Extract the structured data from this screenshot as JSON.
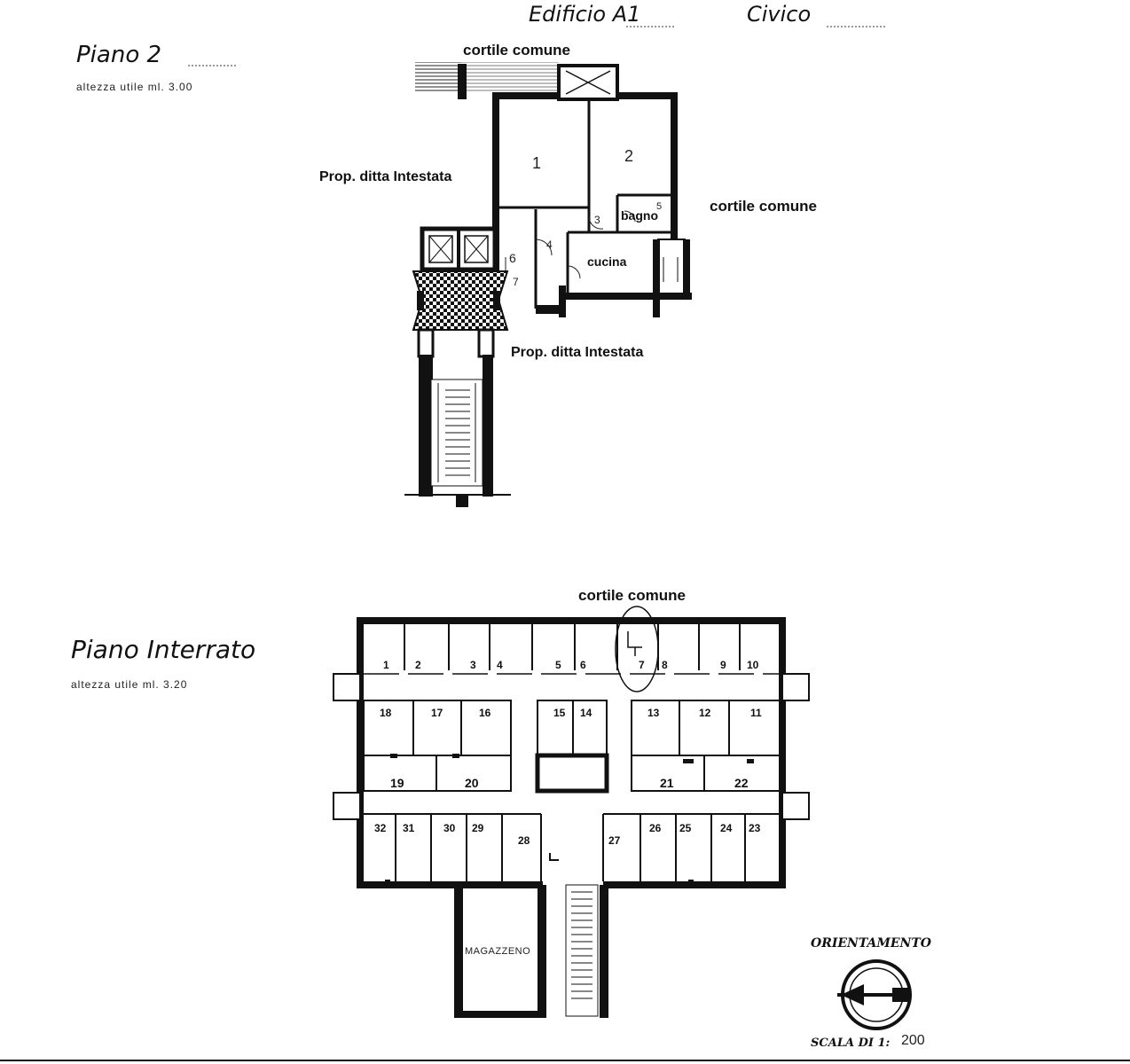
{
  "header": {
    "building_label": "Edificio A1",
    "civic_label": "Civico",
    "civic_value": ""
  },
  "floor2": {
    "title": "Piano 2",
    "height_note": "altezza utile ml. 3.00",
    "courtyard_top": "cortile comune",
    "courtyard_right": "cortile comune",
    "neighbor_left": "Prop. ditta Intestata",
    "neighbor_bottom": "Prop. ditta Intestata",
    "rooms": {
      "bathroom": "bagno",
      "kitchen": "cucina"
    },
    "marks": [
      "1",
      "2",
      "3",
      "4",
      "5",
      "6",
      "7"
    ]
  },
  "basement": {
    "title": "Piano Interrato",
    "height_note": "altezza utile ml. 3.20",
    "courtyard": "cortile comune",
    "storage": "MAGAZZENO",
    "cellars": [
      "1",
      "2",
      "3",
      "4",
      "5",
      "6",
      "7",
      "8",
      "9",
      "10",
      "11",
      "12",
      "13",
      "14",
      "15",
      "16",
      "17",
      "18",
      "19",
      "20",
      "21",
      "22",
      "23",
      "24",
      "25",
      "26",
      "27",
      "28",
      "29",
      "30",
      "31",
      "32"
    ]
  },
  "legend": {
    "orientation": "ORIENTAMENTO",
    "scale_label": "SCALA DI 1:",
    "scale_value": "200"
  }
}
